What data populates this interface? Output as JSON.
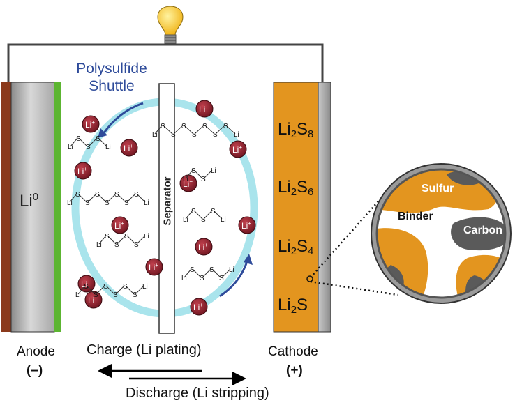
{
  "title": "Polysulfide Shuttle",
  "title_line1": "Polysulfide",
  "title_line2": "Shuttle",
  "anode": {
    "label": "Anode",
    "sign": "(–)",
    "material_base": "Li",
    "material_sup": "0"
  },
  "cathode": {
    "label": "Cathode",
    "sign": "(+)",
    "species": [
      {
        "base": "Li",
        "sub1": "2",
        "mid": "S",
        "sub2": "8"
      },
      {
        "base": "Li",
        "sub1": "2",
        "mid": "S",
        "sub2": "6"
      },
      {
        "base": "Li",
        "sub1": "2",
        "mid": "S",
        "sub2": "4"
      },
      {
        "base": "Li",
        "sub1": "2",
        "mid": "S",
        "sub2": ""
      }
    ]
  },
  "separator": "Separator",
  "ion": {
    "base": "Li",
    "sup": "+"
  },
  "chain": {
    "li": "Li",
    "s": "S"
  },
  "zoom": {
    "sulfur": "Sulfur",
    "binder": "Binder",
    "carbon": "Carbon"
  },
  "charge_label": "Charge (Li plating)",
  "discharge_label": "Discharge (Li stripping)",
  "colors": {
    "sulfur_orange": "#e3951f",
    "anode_copper": "#8b3a1c",
    "anode_green": "#5cb531",
    "ion_red": "#8c1f2a",
    "shuttle_ring": "#a9e4ec",
    "arrow_blue": "#2e4b9a",
    "carbon_grey": "#5a5a5a"
  },
  "icons": [
    "light-bulb-icon"
  ]
}
